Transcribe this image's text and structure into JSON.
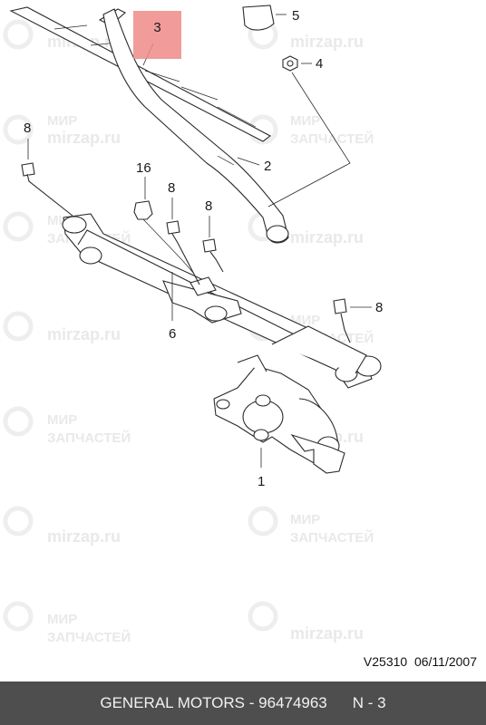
{
  "watermarks": {
    "brand_lat": "mirzap.ru",
    "brand_cyr_1": "МИР",
    "brand_cyr_2": "ЗАПЧАСТЕЙ"
  },
  "callouts": {
    "c1": "1",
    "c2": "2",
    "c3": "3",
    "c4": "4",
    "c5": "5",
    "c6": "6",
    "c8a": "8",
    "c8b": "8",
    "c8c": "8",
    "c8d": "8",
    "c16": "16"
  },
  "highlighted_part": "3",
  "colors": {
    "highlight": "#ef8a8a",
    "footer_bg": "#4e4e4e"
  },
  "reference": "V25310  06/11/2007",
  "footer": {
    "brand": "GENERAL MOTORS",
    "separator": " - ",
    "part_number": "96474963",
    "group": "N - 3"
  }
}
